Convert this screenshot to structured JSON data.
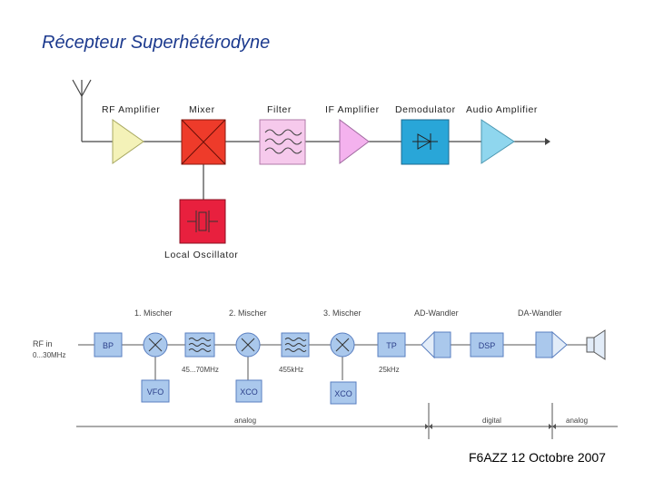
{
  "slide": {
    "title": "Récepteur Superhétérodyne",
    "footer": "F6AZZ 12 Octobre 2007"
  },
  "diagram1": {
    "labels": {
      "rf_amplifier": "RF Amplifier",
      "mixer": "Mixer",
      "filter": "Filter",
      "if_amplifier": "IF Amplifier",
      "demodulator": "Demodulator",
      "audio_amplifier": "Audio Amplifier",
      "local_oscillator": "Local Oscillator"
    },
    "colors": {
      "rf_amplifier": "#f4f2b8",
      "mixer": "#ee3b2a",
      "filter": "#f6c9ec",
      "if_amplifier": "#f4b2ee",
      "demodulator": "#29a6d8",
      "audio_amplifier": "#8fd6ee",
      "local_oscillator": "#e8203e"
    }
  },
  "diagram2": {
    "input_label": "RF in",
    "input_range": "0...30MHz",
    "stage_labels": {
      "mischer1": "1. Mischer",
      "mischer2": "2. Mischer",
      "mischer3": "3. Mischer",
      "ad_wandler": "AD-Wandler",
      "da_wandler": "DA-Wandler"
    },
    "boxes": {
      "bp": "BP",
      "tp": "TP",
      "dsp": "DSP",
      "vfo": "VFO",
      "xco1": "XCO",
      "xco2": "XCO"
    },
    "freq_labels": {
      "filter1": "45...70MHz",
      "filter2": "455kHz",
      "tp": "25kHz"
    },
    "domains": {
      "analog_left": "analog",
      "digital": "digital",
      "analog_right": "analog"
    },
    "colors": {
      "box_fill": "#aac8ec",
      "box_stroke": "#5a7fc0",
      "line": "#555555"
    }
  }
}
